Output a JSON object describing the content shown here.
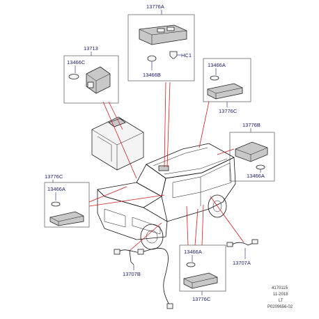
{
  "labels": {
    "l13776A": "13776A",
    "lHC1": "HC1",
    "l13466B": "13466B",
    "l13713": "13713",
    "l13466C": "13466C",
    "l13466A_tr": "13466A",
    "l13776C_tr": "13776C",
    "l13776B": "13776B",
    "l13466A_r": "13466A",
    "l13776C_l": "13776C",
    "l13466A_l": "13466A",
    "l13466A_b": "13466A",
    "l13707A": "13707A",
    "l13707B": "13707B",
    "l13776C_b": "13776C"
  },
  "footer": {
    "ref1": "4170115",
    "ref2": "11-2018",
    "ref3": "LT",
    "ref4": "P0209656-02"
  }
}
